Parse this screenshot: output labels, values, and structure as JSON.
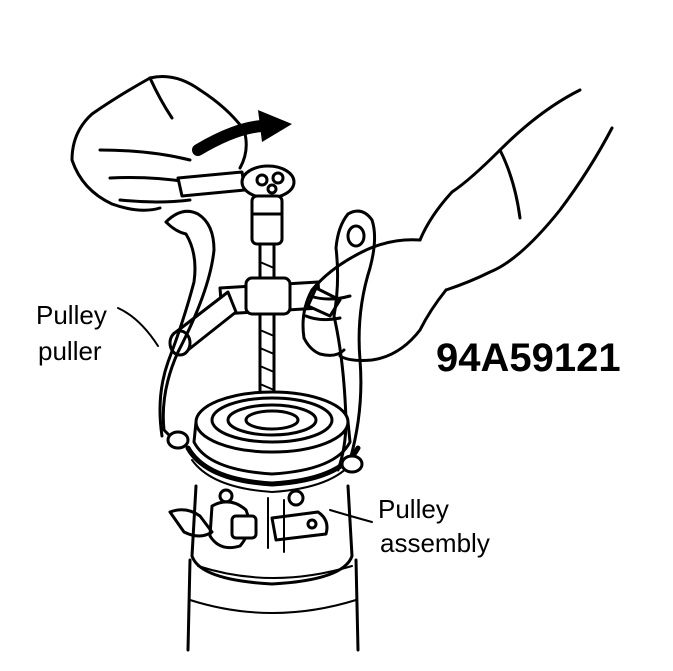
{
  "figure": {
    "code": "94A59121",
    "labels": {
      "puller_line1": "Pulley",
      "puller_line2": "puller",
      "assembly_line1": "Pulley",
      "assembly_line2": "assembly"
    }
  },
  "colors": {
    "ink": "#000000",
    "paper": "#ffffff"
  }
}
